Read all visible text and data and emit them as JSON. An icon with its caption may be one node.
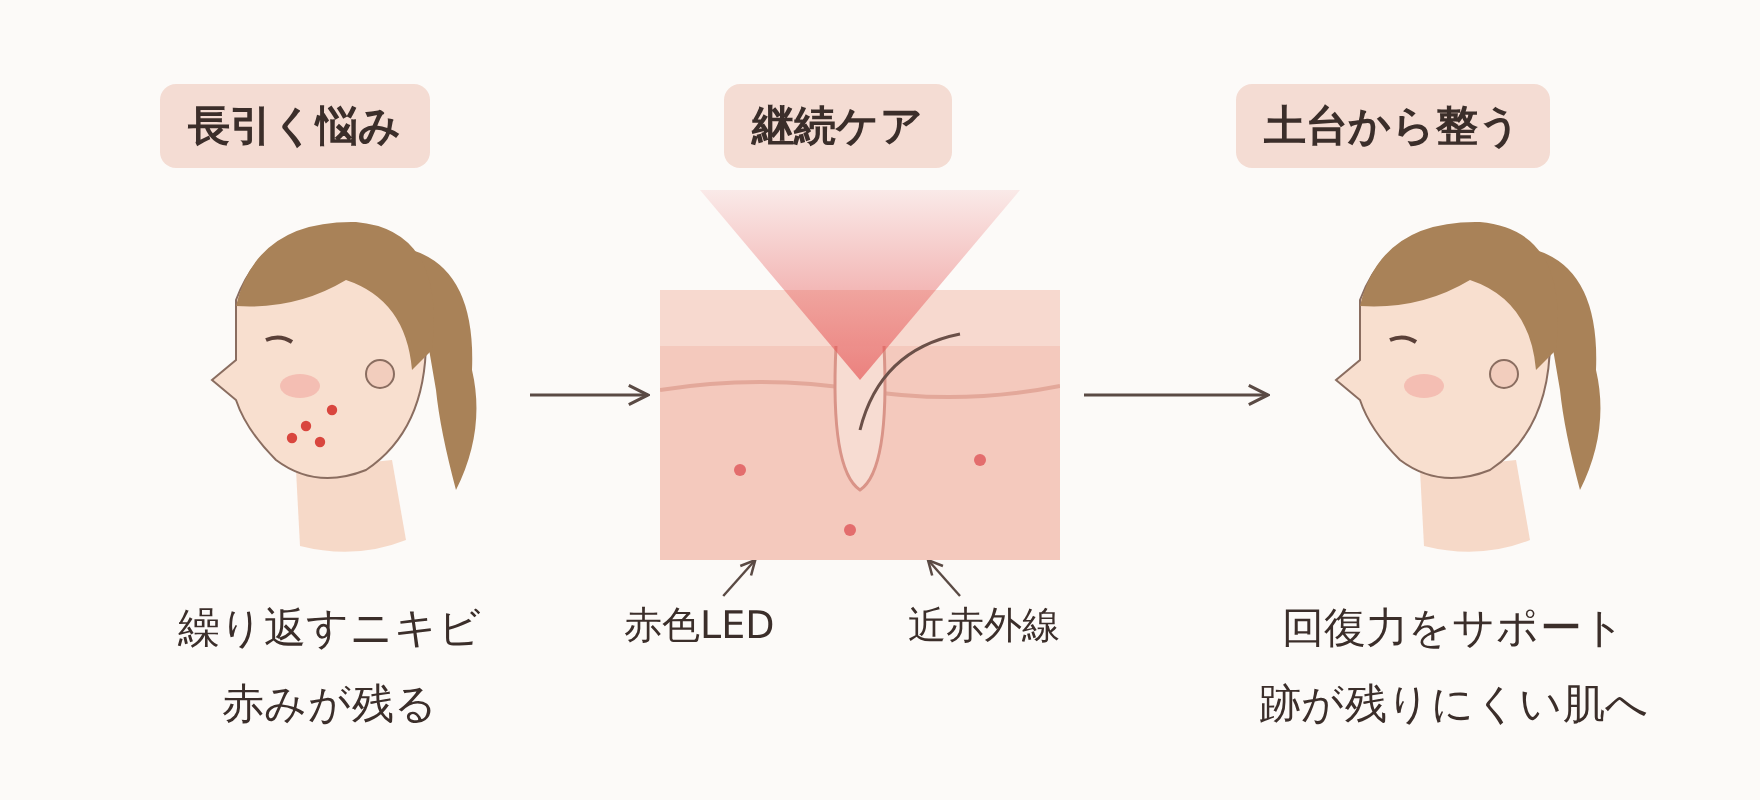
{
  "diagram": {
    "nodes": [
      {
        "text": [
          "長引く悩み"
        ]
      },
      {
        "text": [],
        "shape": "picture"
      },
      {
        "text": [
          "継続ケア"
        ]
      },
      {
        "text": [],
        "shape": "picture"
      },
      {
        "text": [
          "土台から整う"
        ]
      },
      {
        "text": [],
        "shape": "picture"
      },
      {
        "text": [
          "赤色LED"
        ]
      },
      {
        "text": [
          "近赤外線"
        ]
      }
    ],
    "edges": [
      {
        "from": 1,
        "to": 3,
        "arrow": "to"
      },
      {
        "from": 3,
        "to": 5,
        "arrow": "to"
      },
      {
        "from": 6,
        "to": 3,
        "arrow": "to"
      },
      {
        "from": 7,
        "to": 3,
        "arrow": "to"
      }
    ],
    "labels": [
      "繰り返すニキビ",
      "赤みが残る",
      "回復力をサポート",
      "跡が残りにくい肌へ"
    ]
  }
}
